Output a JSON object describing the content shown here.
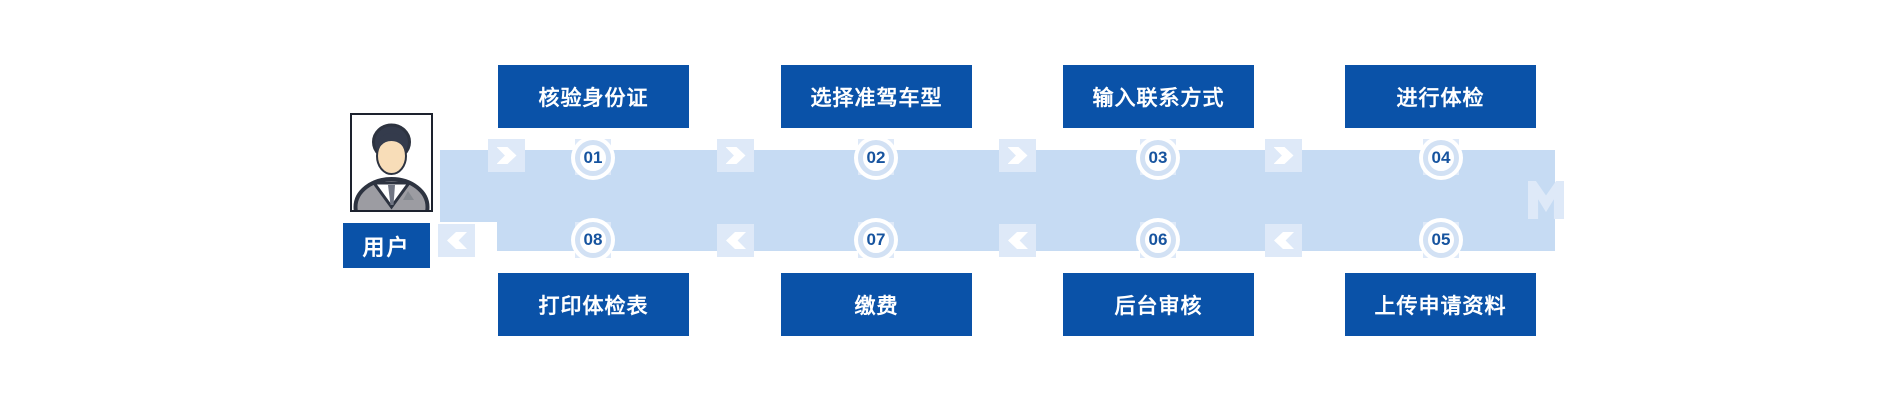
{
  "user": {
    "label": "用户"
  },
  "flow": {
    "direction": "clockwise",
    "top_steps": [
      {
        "num": "01",
        "label": "核验身份证"
      },
      {
        "num": "02",
        "label": "选择准驾车型"
      },
      {
        "num": "03",
        "label": "输入联系方式"
      },
      {
        "num": "04",
        "label": "进行体检"
      }
    ],
    "bottom_steps": [
      {
        "num": "08",
        "label": "打印体检表"
      },
      {
        "num": "07",
        "label": "缴费"
      },
      {
        "num": "06",
        "label": "后台审核"
      },
      {
        "num": "05",
        "label": "上传申请资料"
      }
    ]
  },
  "icons": {
    "avatar": "user-avatar",
    "top_arrows": "arrow-right-icon",
    "bottom_arrows": "arrow-left-icon",
    "band_end": "u-turn-icon"
  },
  "colors": {
    "primary": "#0a52a8",
    "band": "#c6dbf3",
    "pale": "#dee9f8",
    "number": "#17549f",
    "text_on_primary": "#ffffff"
  }
}
